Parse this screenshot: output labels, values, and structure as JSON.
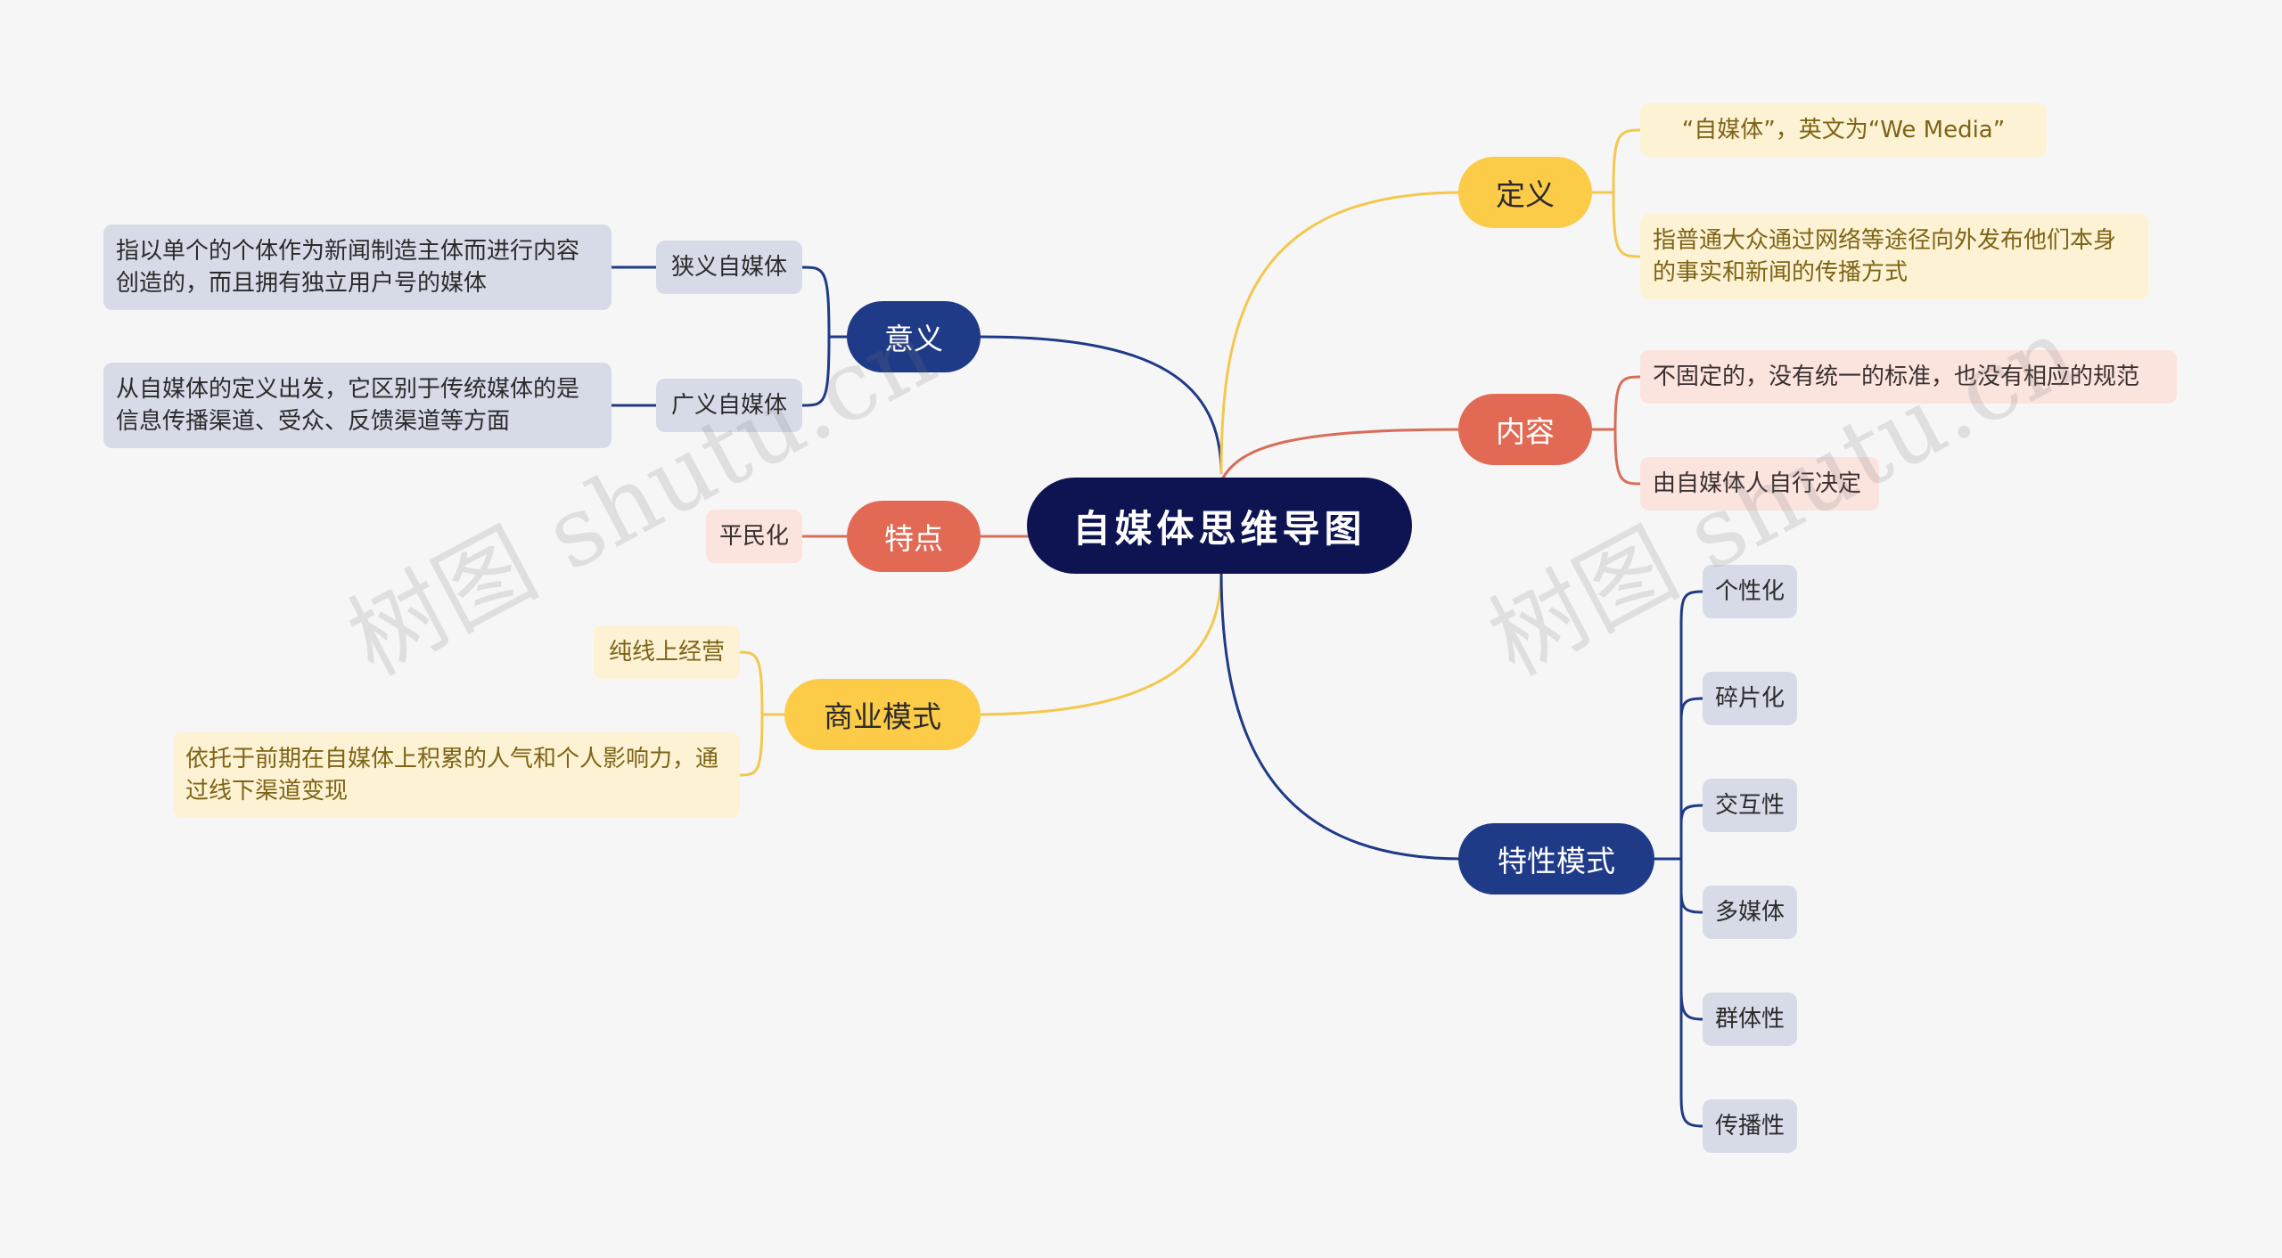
{
  "root": "自媒体思维导图",
  "branches": {
    "meaning": {
      "label": "意义",
      "narrow": {
        "label": "狭义自媒体",
        "desc": "指以单个的个体作为新闻制造主体而进行内容创造的，而且拥有独立用户号的媒体"
      },
      "broad": {
        "label": "广义自媒体",
        "desc": "从自媒体的定义出发，它区别于传统媒体的是信息传播渠道、受众、反馈渠道等方面"
      }
    },
    "feature": {
      "label": "特点",
      "item": "平民化"
    },
    "business": {
      "label": "商业模式",
      "items": [
        "纯线上经营",
        "依托于前期在自媒体上积累的人气和个人影响力，通过线下渠道变现"
      ]
    },
    "definition": {
      "label": "定义",
      "items": [
        "“自媒体”，英文为“We Media”",
        "指普通大众通过网络等途径向外发布他们本身的事实和新闻的传播方式"
      ]
    },
    "content": {
      "label": "内容",
      "items": [
        "不固定的，没有统一的标准，也没有相应的规范",
        "由自媒体人自行决定"
      ]
    },
    "mode": {
      "label": "特性模式",
      "items": [
        "个性化",
        "碎片化",
        "交互性",
        "多媒体",
        "群体性",
        "传播性"
      ]
    }
  },
  "watermark": "树图 shutu.cn",
  "colors": {
    "navy": "#1f3a87",
    "root": "#0e1352",
    "yellow": "#fccb48",
    "coral": "#e26a55"
  }
}
